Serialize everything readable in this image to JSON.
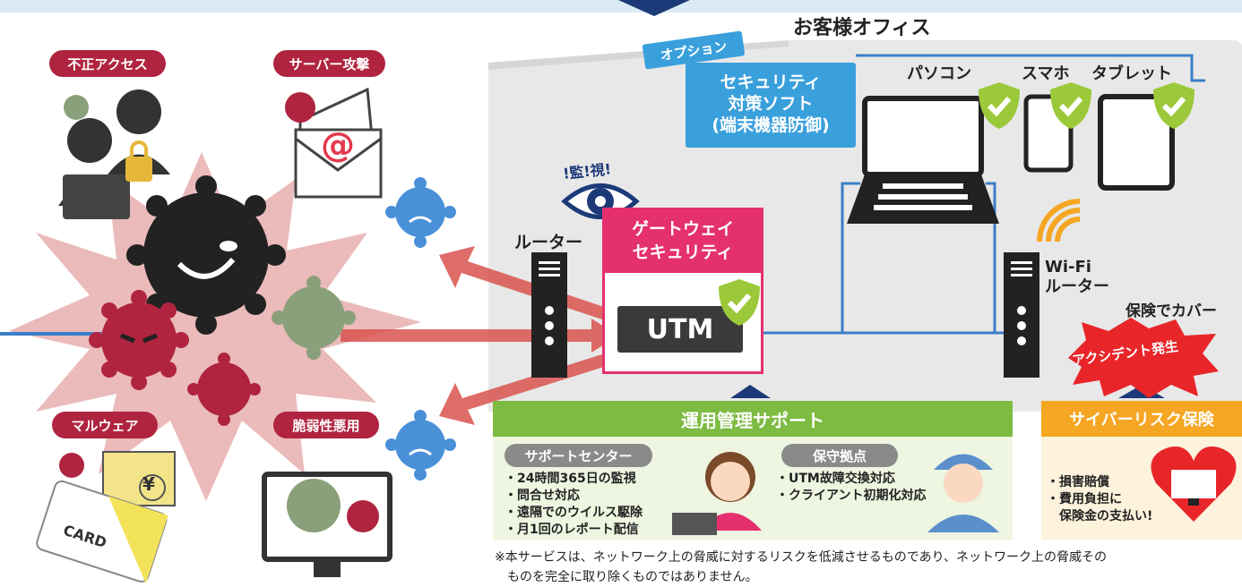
{
  "threats": {
    "unauthorized_access": "不正アクセス",
    "server_attack": "サーバー攻撃",
    "malware": "マルウェア",
    "vulnerability_exploit": "脆弱性悪用"
  },
  "icons": {
    "email_at": "@",
    "yen": "¥",
    "card": "CARD"
  },
  "office": {
    "title": "お客様オフィス",
    "option_tag": "オプション",
    "security_software": [
      "セキュリティ",
      "対策ソフト",
      "(端末機器防御)"
    ],
    "pc_label": "パソコン",
    "smartphone_label": "スマホ",
    "tablet_label": "タブレット",
    "monitor_label": "!監!視!",
    "router_label": "ルーター",
    "wifi_router_label": [
      "Wi-Fi",
      "ルーター"
    ],
    "gateway_security": [
      "ゲートウェイ",
      "セキュリティ"
    ],
    "utm_label": "UTM"
  },
  "insurance": {
    "covered_label": "保険でカバー",
    "accident_label": "アクシデント発生",
    "title": "サイバーリスク保険",
    "items": [
      "・損害賠償",
      "・費用負担に",
      "　保険金の支払い!"
    ]
  },
  "support": {
    "title": "運用管理サポート",
    "center_title": "サポートセンター",
    "center_items": [
      "・24時間365日の監視",
      "・問合せ対応",
      "・遠隔でのウイルス駆除",
      "・月1回のレポート配信"
    ],
    "base_title": "保守拠点",
    "base_items": [
      "・UTM故障交換対応",
      "・クライアント初期化対応"
    ]
  },
  "footnote": [
    "※本サービスは、ネットワーク上の脅威に対するリスクを低減させるものであり、ネットワーク上の脅威その",
    "ものを完全に取り除くものではありません。"
  ],
  "colors": {
    "threat_pill": "#b0243f",
    "gateway_pink": "#e5306f",
    "utm_dark": "#3a3a3a",
    "support_green": "#7dbb42",
    "insurance_orange": "#f5a623",
    "software_blue": "#3aa0dc",
    "network_line": "#3a7fc8",
    "check_green": "#9cc93a"
  }
}
